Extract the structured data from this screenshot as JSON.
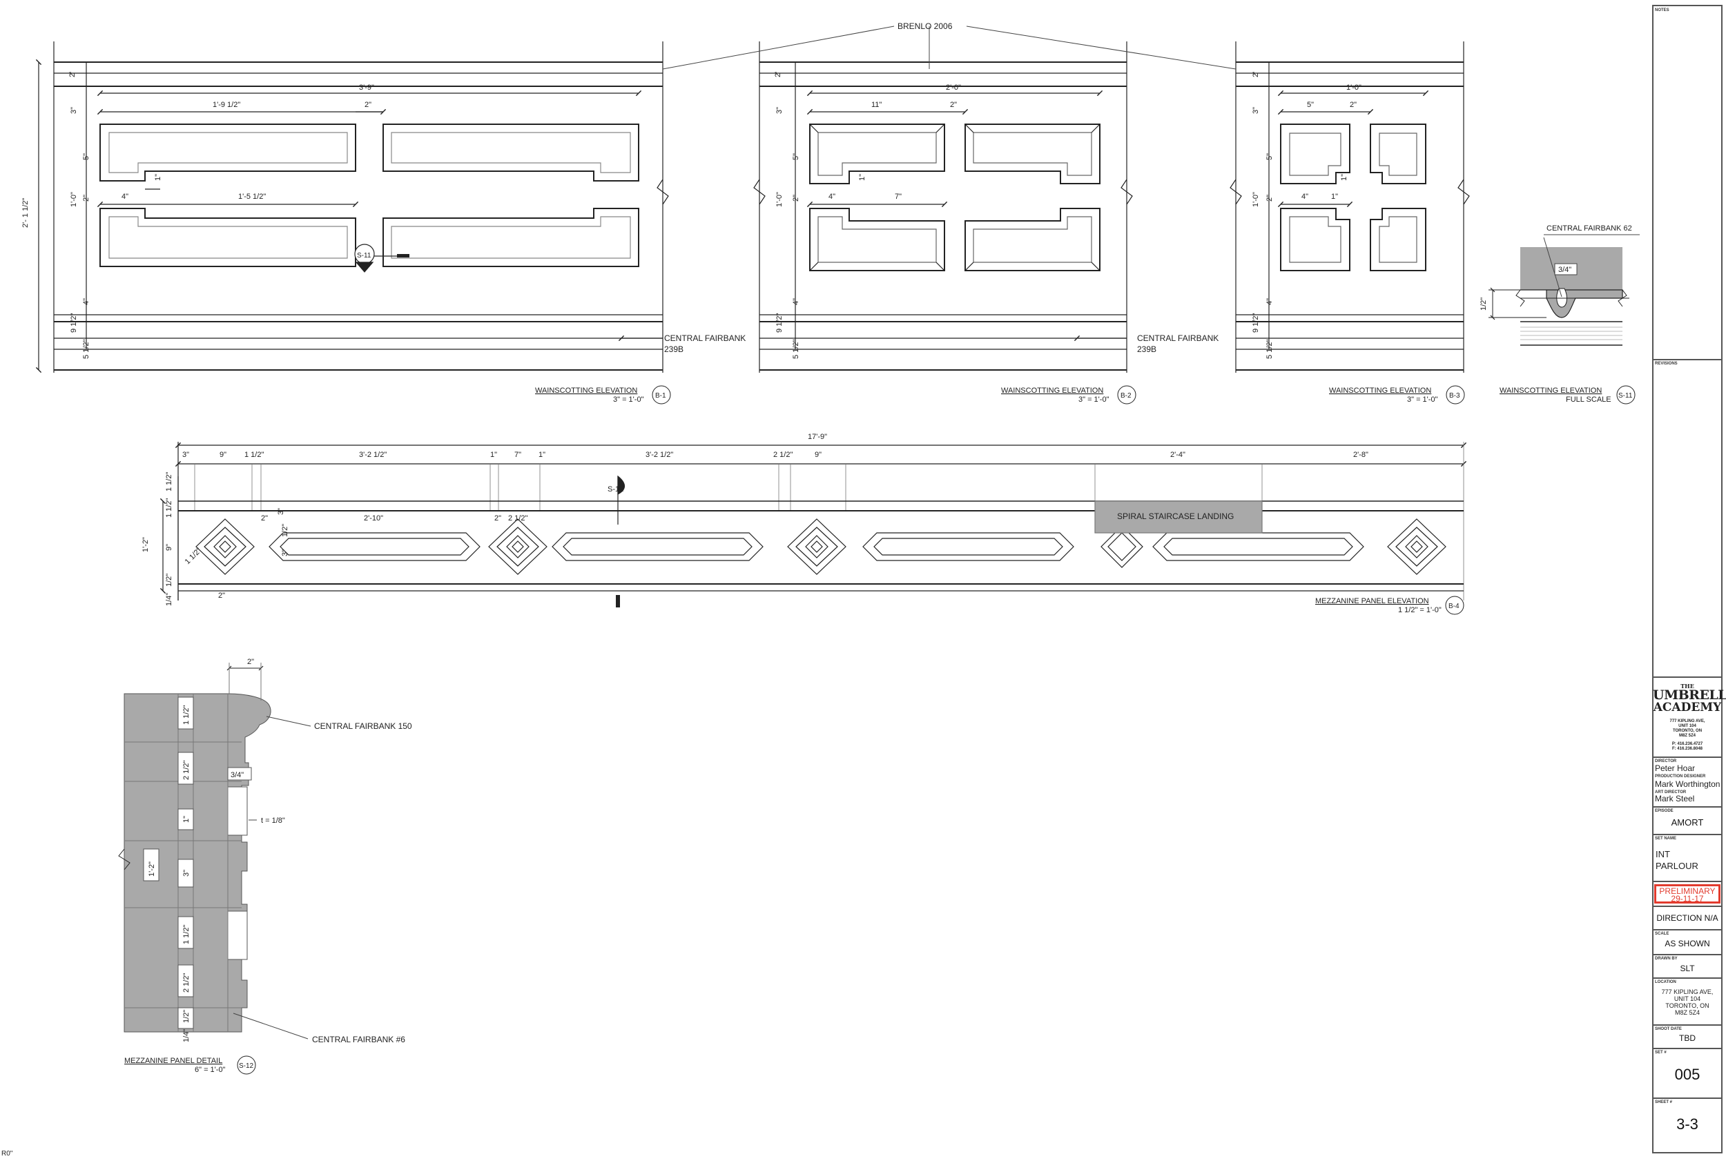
{
  "sheet_label": "R0\"",
  "callout_brenlo": "BRENLO 2006",
  "moulding_fairbank_239": [
    "CENTRAL FAIRBANK",
    "239B"
  ],
  "elevations": {
    "b1": {
      "dims": [
        "2'",
        "3'-9\"",
        "1'-9 1/2\"",
        "2\"",
        "3\"",
        "5\"",
        "1\"",
        "1'-0\"",
        "2\"",
        "4\"",
        "1'-5 1/2\"",
        "4\"",
        "9 1/2\"",
        "5 1/2\"",
        "2'- 1 1/2\""
      ],
      "section_ref": "S-11",
      "title": "WAINSCOTTING ELEVATION",
      "scale": "3\" = 1'-0\"",
      "tag": "B-1"
    },
    "b2": {
      "dims": [
        "2'",
        "2'-0\"",
        "11\"",
        "2\"",
        "3\"",
        "5\"",
        "1\"",
        "1'-0\"",
        "2\"",
        "4\"",
        "7\"",
        "4\"",
        "9 1/2\"",
        "5 1/2\""
      ],
      "title": "WAINSCOTTING ELEVATION",
      "scale": "3\" = 1'-0\"",
      "tag": "B-2"
    },
    "b3": {
      "dims": [
        "2'",
        "1'-0\"",
        "5\"",
        "2\"",
        "3\"",
        "5\"",
        "1\"",
        "1'-0\"",
        "2\"",
        "4\"",
        "1\"",
        "4\"",
        "9 1/2\"",
        "5 1/2\""
      ],
      "title": "WAINSCOTTING ELEVATION",
      "scale": "3\" = 1'-0\"",
      "tag": "B-3"
    },
    "s11": {
      "callout": "CENTRAL FAIRBANK 62",
      "dims": [
        "3/4\"",
        "1/2\""
      ],
      "title": "WAINSCOTTING ELEVATION",
      "scale": "FULL SCALE",
      "tag": "S-11"
    },
    "b4": {
      "overall": "17'-9\"",
      "top_dims": [
        "3\"",
        "9\"",
        "1 1/2\"",
        "3'-2 1/2\"",
        "1\"",
        "7\"",
        "1\"",
        "3'-2 1/2\"",
        "2 1/2\"",
        "9\"",
        "2'-4\"",
        "2'-8\""
      ],
      "left_dims": [
        "1 1/2\"",
        "1 1/2\"",
        "1'-2\"",
        "9\"",
        "1/2\"",
        "1/4\""
      ],
      "inner_dims": [
        "2\"",
        "3\"",
        "2'-10\"",
        "2\"",
        "2 1/2\"",
        "1/2\"",
        "3\"",
        "1 1/2\"",
        "2\""
      ],
      "section_ref": "S-12",
      "landing_label": "SPIRAL STAIRCASE LANDING",
      "title": "MEZZANINE PANEL ELEVATION",
      "scale": "1 1/2\" = 1'-0\"",
      "tag": "B-4"
    },
    "s12": {
      "top_dim": "2\"",
      "callout_top": "CENTRAL FAIRBANK 150",
      "callout_bottom": "CENTRAL FAIRBANK #6",
      "dims": [
        "1 1/2\"",
        "2 1/2\"",
        "1\"",
        "3\"",
        "1 1/2\"",
        "2 1/2\"",
        "1/2\"",
        "1'-2\"",
        "3/4\"",
        "1/4\""
      ],
      "thickness": "t = 1/8\"",
      "title": "MEZZANINE PANEL DETAIL",
      "scale": "6\" = 1'-0\"",
      "tag": "S-12"
    }
  },
  "title_block": {
    "notes_label": "NOTES",
    "revisions_label": "REVISIONS",
    "logo": [
      "THE",
      "UMBRELLA",
      "ACADEMY"
    ],
    "studio_address": [
      "777 KIPLING AVE,",
      "UNIT 104",
      "TORONTO, ON",
      "M8Z 5Z4"
    ],
    "studio_phone": [
      "P: 416.236.4727",
      "F: 416.236.8048"
    ],
    "director_label": "DIRECTOR",
    "director": "Peter Hoar",
    "designer_label": "PRODUCTION DESIGNER",
    "designer": "Mark Worthington",
    "art_director_label": "ART DIRECTOR",
    "art_director": "Mark Steel",
    "episode_label": "EPISODE",
    "episode": "AMORT",
    "set_name_label": "SET NAME",
    "set_name": [
      "INT",
      "PARLOUR"
    ],
    "status": [
      "PRELIMINARY",
      "29-11-17"
    ],
    "direction": "DIRECTION N/A",
    "scale_label": "SCALE",
    "scale": "AS SHOWN",
    "drawn_by_label": "DRAWN BY",
    "drawn_by": "SLT",
    "location_label": "LOCATION",
    "location": [
      "777 KIPLING AVE,",
      "UNIT 104",
      "TORONTO, ON",
      "M8Z 5Z4"
    ],
    "shoot_date_label": "SHOOT DATE",
    "shoot_date": "TBD",
    "set_no_label": "SET #",
    "set_no": "005",
    "sheet_no_label": "SHEET #",
    "sheet_no": "3-3",
    "status_color": "#e23b2e",
    "line_color": "#222222",
    "fill_color": "#a9a9a9"
  }
}
